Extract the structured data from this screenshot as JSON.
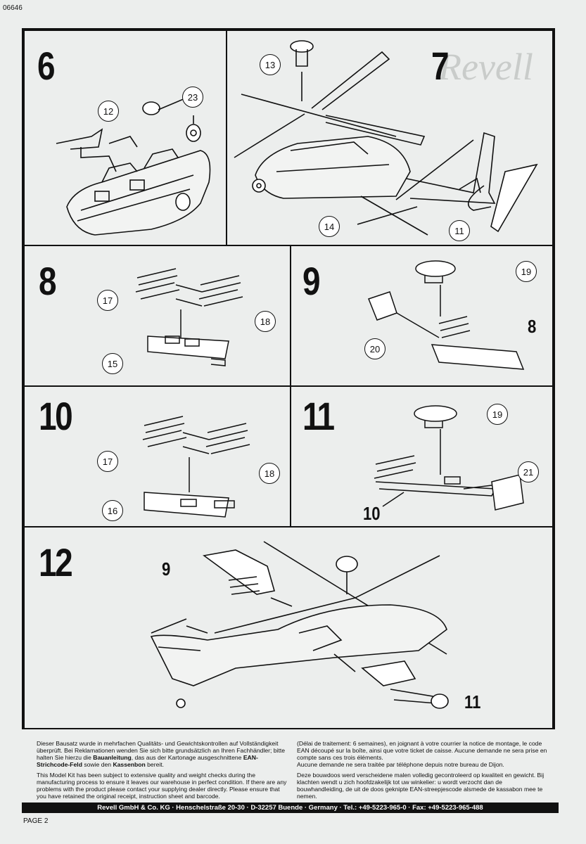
{
  "doc_code": "06646",
  "ghost_logo": "Revell",
  "steps": {
    "s6": {
      "number": "6",
      "callouts": [
        "12",
        "23"
      ]
    },
    "s7": {
      "number": "7",
      "callouts": [
        "13",
        "14",
        "11"
      ]
    },
    "s8": {
      "number": "8",
      "callouts": [
        "17",
        "18",
        "15"
      ]
    },
    "s9": {
      "number": "9",
      "callouts": [
        "19",
        "20"
      ],
      "ref": "8"
    },
    "s10": {
      "number": "10",
      "callouts": [
        "17",
        "18",
        "16"
      ]
    },
    "s11": {
      "number": "11",
      "callouts": [
        "19",
        "21"
      ],
      "ref": "10"
    },
    "s12": {
      "number": "12",
      "refs": [
        "9",
        "11"
      ]
    }
  },
  "text": {
    "de_1": "Dieser Bausatz wurde in mehrfachen Qualitäts- und Gewichtskontrollen auf Vollständigkeit überprüft. Bei Reklamationen wenden Sie sich bitte grundsätzlich an Ihren Fachhändler; bitte halten Sie hierzu die",
    "de_b1": "Bauanleitung",
    "de_2": ", das aus der Kartonage ausgeschnittene",
    "de_b2": "EAN-Strichcode-Feld",
    "de_3": "sowie den",
    "de_b3": "Kassenbon",
    "de_4": "bereit.",
    "en": "This Model Kit has been subject to extensive quality and weight checks during the manufacturing process to ensure it leaves our warehouse in perfect condition. If there are any problems with the product please contact your supplying dealer directly. Please ensure that you have retained the original receipt, instruction sheet and barcode.",
    "fr_1": "(Délai de traitement: 6 semaines), en joignant à votre courrier la notice de montage, le code EAN découpé sur la boîte, ainsi que votre ticket de caisse. Aucune demande ne sera prise en compte sans ces trois éléments.",
    "fr_2": "Aucune demande ne sera traitée par téléphone depuis notre bureau de Dijon.",
    "nl": "Deze bouwdoos werd verscheidene malen volledig gecontroleerd op kwaliteit en gewicht. Bij klachten wendt u zich hoofdzakelijk tot uw winkelier: u wordt verzocht dan de bouwhandleiding, de uit de doos geknipte EAN-streepjescode alsmede de kassabon mee te nemen."
  },
  "footer": "Revell GmbH & Co. KG · Henschelstraße 20-30 · D-32257 Buende · Germany · Tel.: +49-5223-965-0 · Fax: +49-5223-965-488",
  "page_label": "PAGE 2"
}
